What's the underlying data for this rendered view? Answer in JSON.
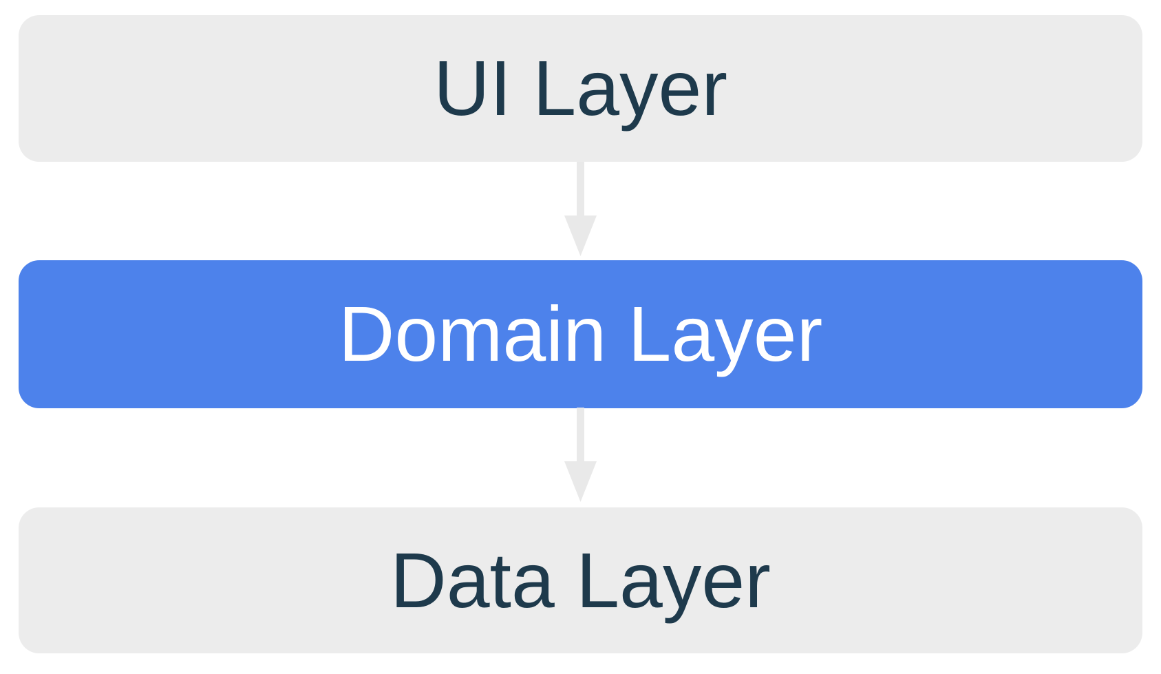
{
  "diagram": {
    "layers": [
      {
        "id": "ui-layer",
        "label": "UI Layer",
        "highlighted": false
      },
      {
        "id": "domain-layer",
        "label": "Domain Layer",
        "highlighted": true
      },
      {
        "id": "data-layer",
        "label": "Data Layer",
        "highlighted": false
      }
    ],
    "arrows": [
      {
        "from": "ui-layer",
        "to": "domain-layer",
        "direction": "down"
      },
      {
        "from": "domain-layer",
        "to": "data-layer",
        "direction": "down"
      }
    ]
  },
  "colors": {
    "background": "#FFFFFF",
    "box_gray": "#ECECEC",
    "accent_blue": "#4D82EB",
    "text_navy": "#1E3A4C",
    "text_on_blue": "#FFFFFF",
    "arrow_gray": "#E9E9E9"
  }
}
